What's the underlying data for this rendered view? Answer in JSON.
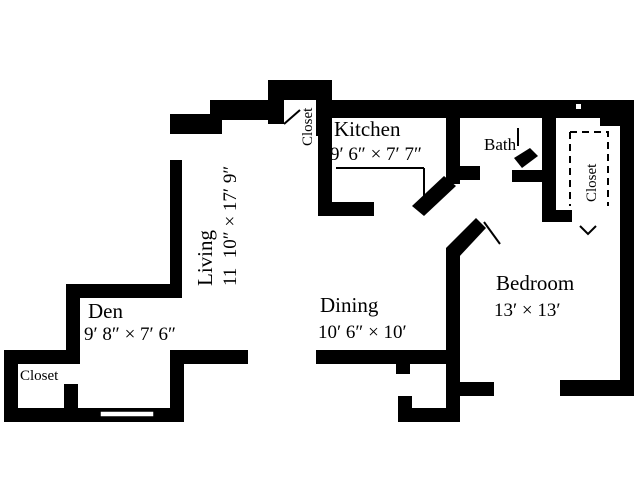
{
  "floorplan": {
    "rooms": {
      "living": {
        "name": "Living",
        "size": "11 10″ × 17′ 9″"
      },
      "den": {
        "name": "Den",
        "size": "9′ 8″ × 7′ 6″"
      },
      "kitchen": {
        "name": "Kitchen",
        "size": "9′ 6″ × 7′ 7″"
      },
      "dining": {
        "name": "Dining",
        "size": "10′ 6″ × 10′"
      },
      "bath": {
        "name": "Bath"
      },
      "bedroom": {
        "name": "Bedroom",
        "size": "13′ × 13′"
      }
    },
    "closets": {
      "entry": "Closet",
      "bedroom": "Closet",
      "den": "Closet"
    }
  }
}
